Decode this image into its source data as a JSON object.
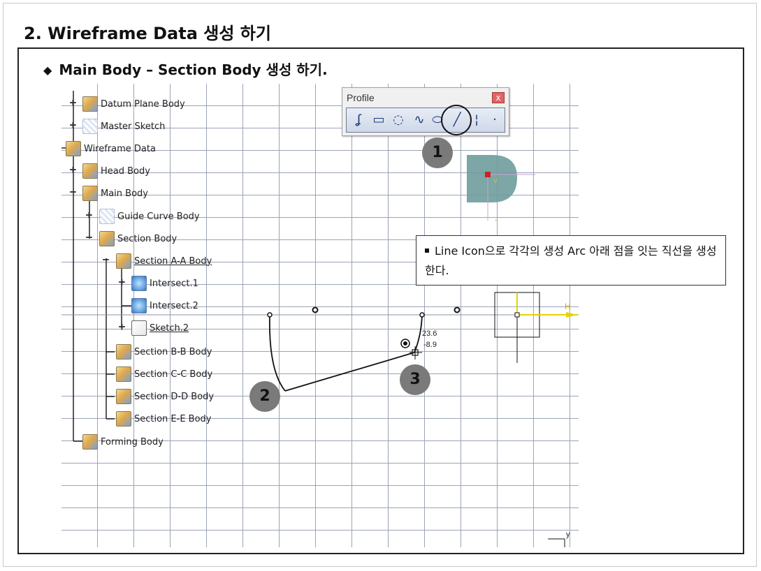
{
  "page_title": "2. Wireframe Data 생성 하기",
  "section_title": "Main Body – Section Body 생성 하기.",
  "section_bullet": "◆",
  "tree": [
    {
      "label": "Datum Plane Body"
    },
    {
      "label": "Master Sketch"
    },
    {
      "label": "Wireframe Data"
    },
    {
      "label": "Head Body"
    },
    {
      "label": "Main Body"
    },
    {
      "label": "Guide Curve Body"
    },
    {
      "label": "Section Body"
    },
    {
      "label": "Section A-A Body"
    },
    {
      "label": "Intersect.1"
    },
    {
      "label": "Intersect.2"
    },
    {
      "label": "Sketch.2"
    },
    {
      "label": "Section B-B Body"
    },
    {
      "label": "Section C-C Body"
    },
    {
      "label": "Section D-D Body"
    },
    {
      "label": "Section E-E Body"
    },
    {
      "label": "Forming Body"
    }
  ],
  "profile_toolbar": {
    "title": "Profile",
    "close": "x",
    "tools": [
      "profile-icon",
      "rectangle-icon",
      "circle-icon",
      "spline-icon",
      "ellipse-icon",
      "line-icon",
      "axis-icon",
      "point-icon"
    ]
  },
  "callouts": [
    "1",
    "2",
    "3"
  ],
  "note": "Line Icon으로 각각의 생성 Arc 아래 점을 잇는 직선을 생성 한다.",
  "dimension": {
    "value1": "23.6",
    "value2": "-8.9"
  },
  "axes": {
    "h": "H",
    "v": "V",
    "y": "y"
  },
  "colors": {
    "yellow_axis": "#e6d200",
    "compass": "#6f9c9c",
    "callout": "#7a7a7a"
  }
}
